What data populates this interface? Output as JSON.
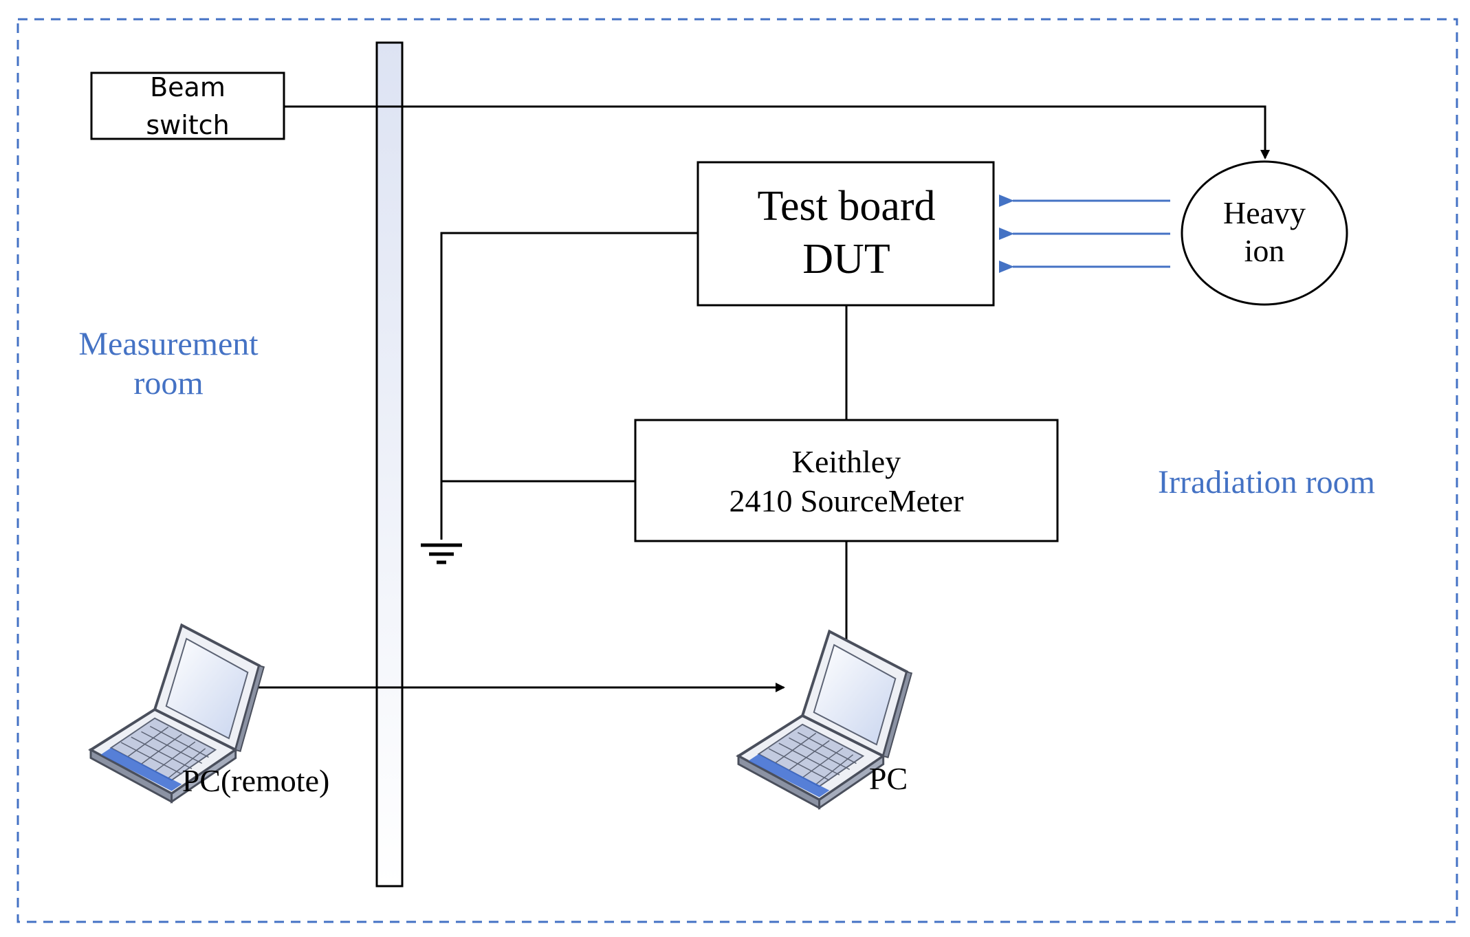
{
  "labels": {
    "beam_switch_line1": "Beam",
    "beam_switch_line2": "switch",
    "test_board_line1": "Test board",
    "test_board_line2": "DUT",
    "heavy_ion_line1": "Heavy",
    "heavy_ion_line2": "ion",
    "keithley_line1": "Keithley",
    "keithley_line2": "2410 SourceMeter",
    "measurement_room_line1": "Measurement",
    "measurement_room_line2": "room",
    "irradiation_room": "Irradiation room",
    "pc_remote": "PC(remote)",
    "pc": "PC"
  },
  "icons": {
    "laptop_remote": "laptop-icon",
    "laptop_local": "laptop-icon",
    "ground": "ground-icon"
  },
  "colors": {
    "room_label": "#4472c4",
    "ion_arrows": "#4472c4",
    "border_dash": "#4472c4",
    "wall_fill": "#f1f3fb",
    "line": "#000000"
  }
}
